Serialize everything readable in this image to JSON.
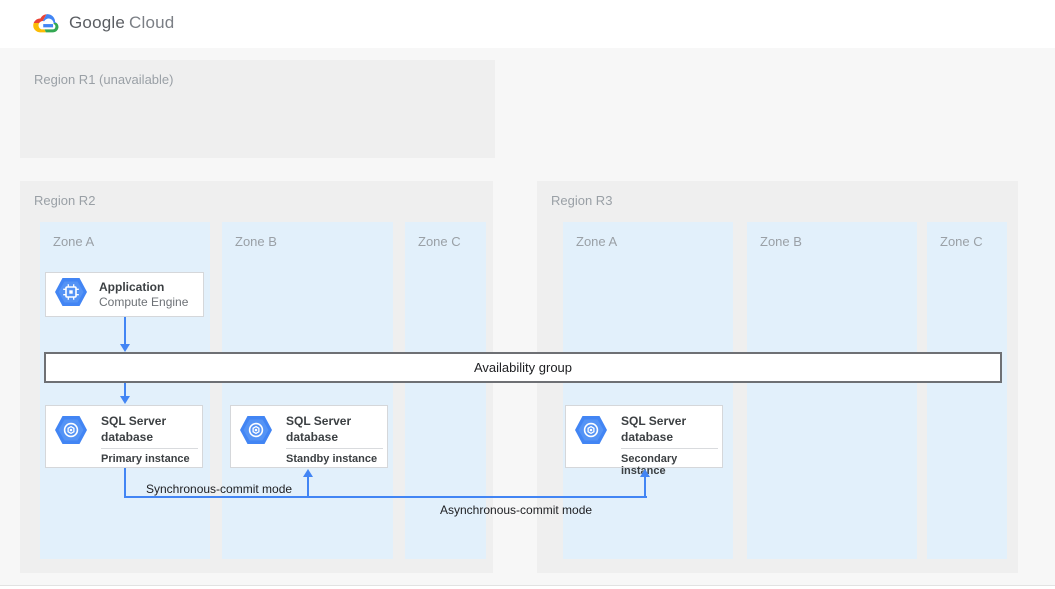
{
  "brand": {
    "google": "Google",
    "cloud": "Cloud"
  },
  "icons": {
    "logo": "google-cloud-logo",
    "application": "compute-engine-hexagon-icon",
    "database": "sql-database-hexagon-icon"
  },
  "colors": {
    "accent_blue": "#4285f4",
    "region_bg": "#efefef",
    "zone_bg": "#e2f0fb",
    "canvas_bg": "#f7f7f7",
    "bar_border": "#6e7074",
    "muted_text": "#9aa0a6",
    "dark_text": "#3c4043",
    "logo_red": "#ea4335",
    "logo_yellow": "#fbbc05",
    "logo_green": "#34a853"
  },
  "regions": {
    "r1": {
      "label": "Region R1 (unavailable)"
    },
    "r2": {
      "label": "Region R2",
      "zones": [
        {
          "label": "Zone A"
        },
        {
          "label": "Zone B"
        },
        {
          "label": "Zone C"
        }
      ]
    },
    "r3": {
      "label": "Region R3",
      "zones": [
        {
          "label": "Zone A"
        },
        {
          "label": "Zone B"
        },
        {
          "label": "Zone C"
        }
      ]
    }
  },
  "nodes": {
    "application": {
      "title": "Application",
      "subtitle": "Compute Engine"
    },
    "availability_group": {
      "label": "Availability group"
    },
    "sql_primary": {
      "title": "SQL Server database",
      "instance": "Primary instance"
    },
    "sql_standby": {
      "title": "SQL Server database",
      "instance": "Standby instance"
    },
    "sql_secondary": {
      "title": "SQL Server database",
      "instance": "Secondary instance"
    }
  },
  "edges": {
    "sync_label": "Synchronous-commit mode",
    "async_label": "Asynchronous-commit mode"
  }
}
